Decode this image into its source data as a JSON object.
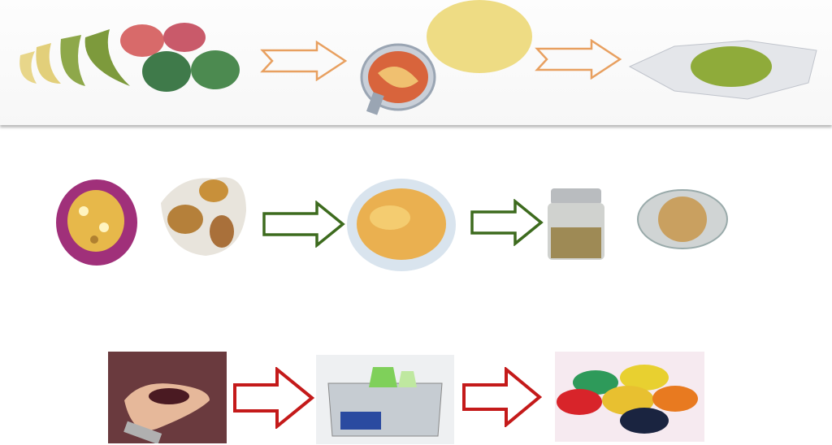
{
  "colors": {
    "row1_arrow": "#e8a060",
    "row2_arrow": "#3d6b1e",
    "row3_arrow": "#c41a1a"
  },
  "rows": [
    {
      "steps": [
        "bananas-and-mangoes-image",
        "blender-peels-image",
        "dried-peel-powder-on-foil-image"
      ]
    },
    {
      "steps": [
        "seeds-on-plate-image",
        "seeds-in-cloth-image",
        "pulp-in-bowl-image",
        "powder-jar-image",
        "jar-top-view-image"
      ]
    },
    {
      "steps": [
        "hand-holding-soil-image",
        "ultrasonic-bath-image",
        "colored-pigment-powders-image"
      ]
    }
  ]
}
